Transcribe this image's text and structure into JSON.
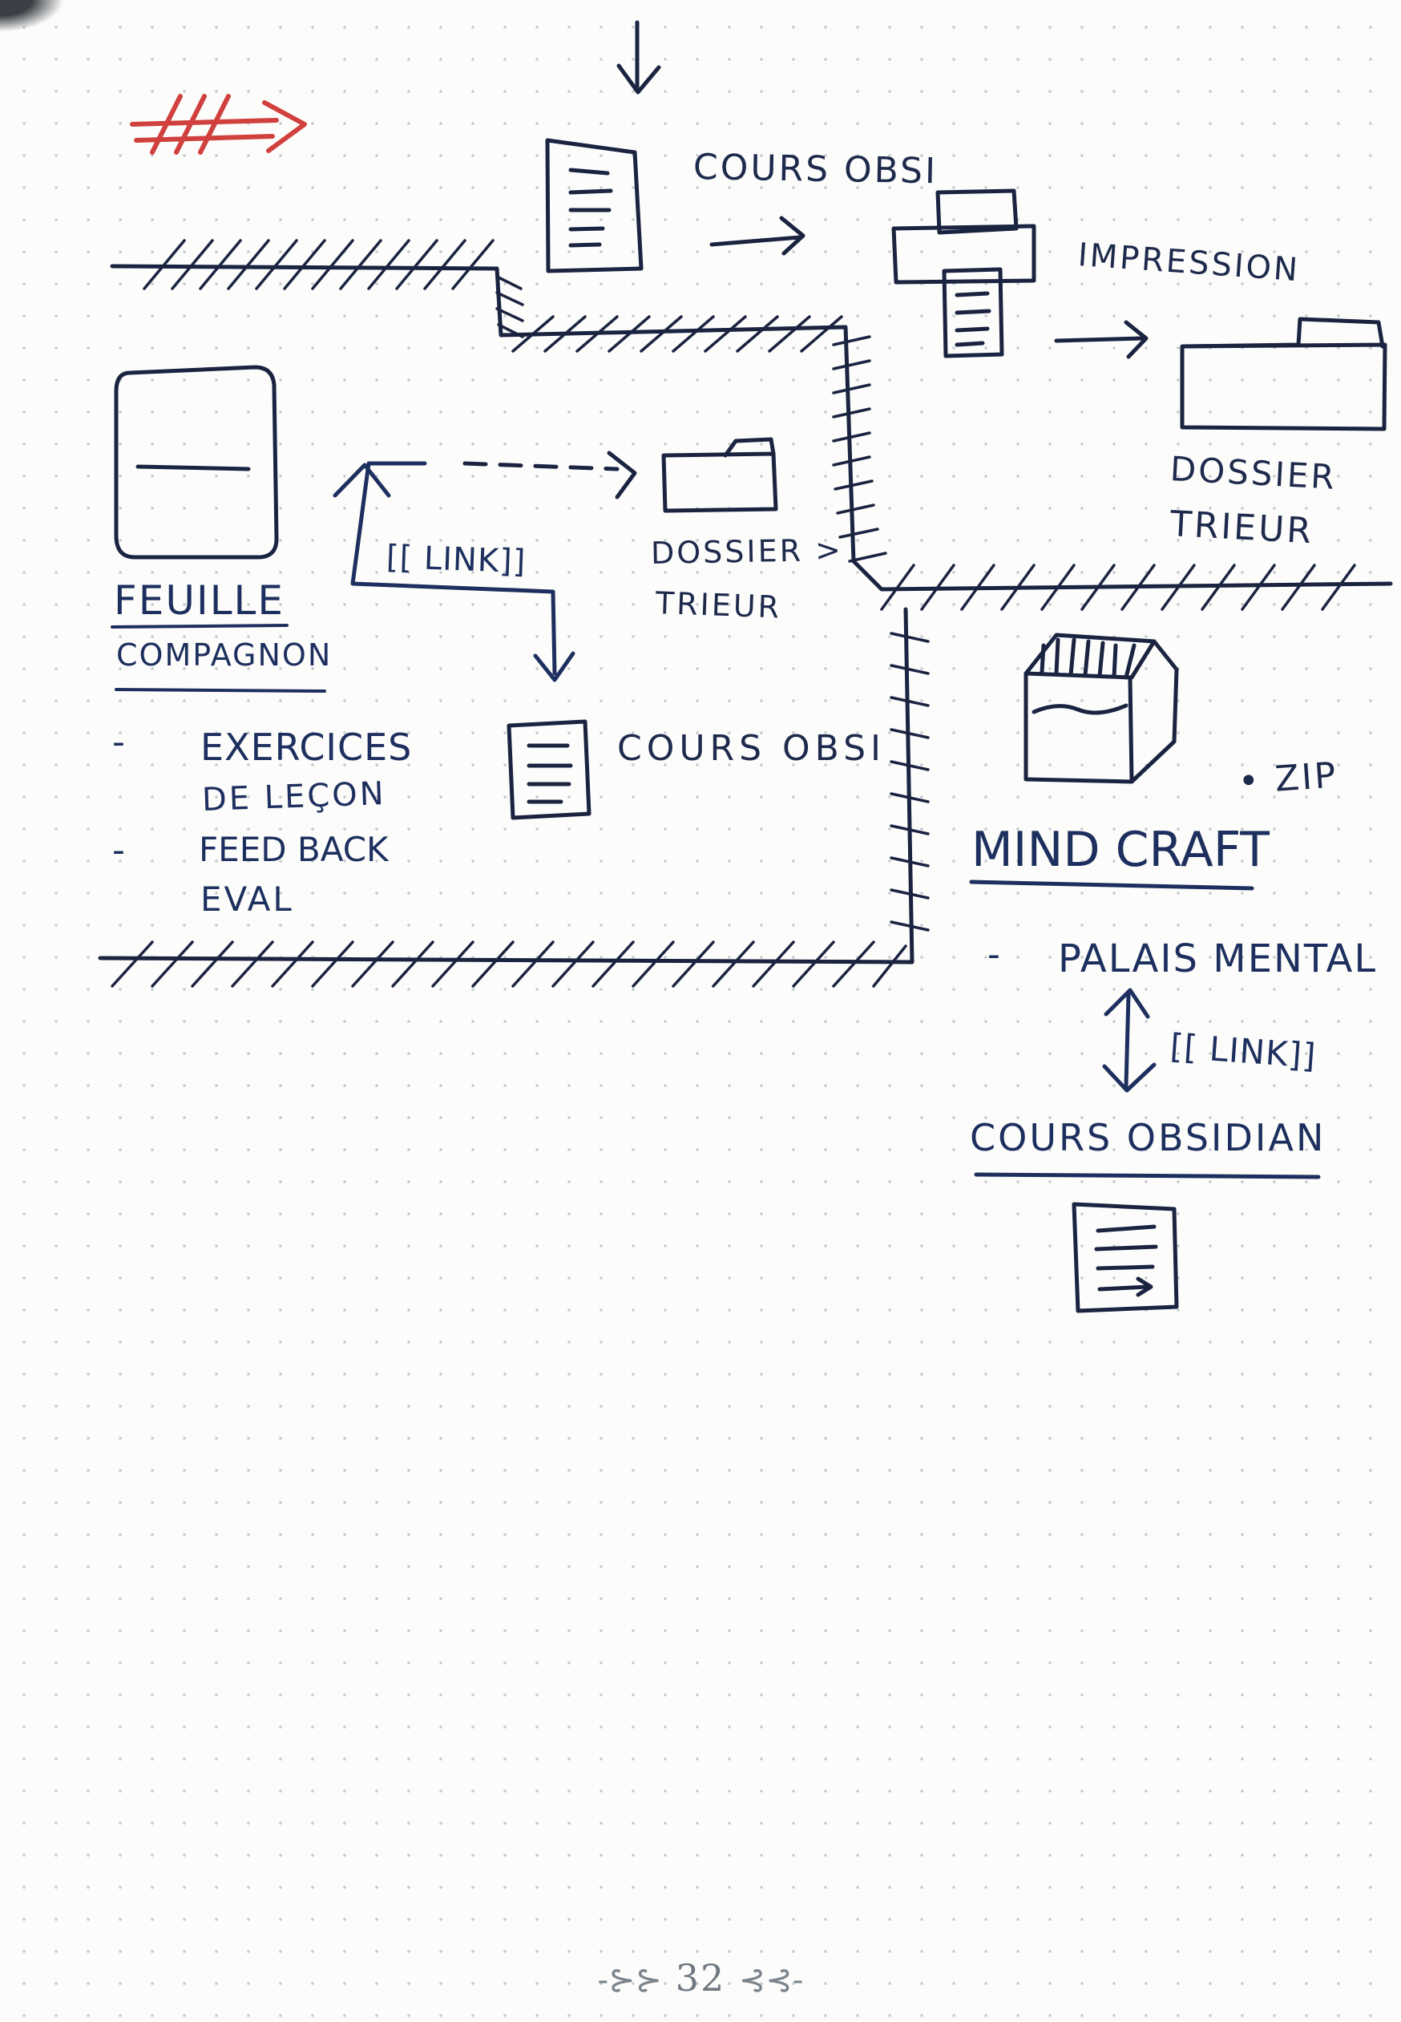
{
  "labels": {
    "cours_obsi_top": "COURS OBSI",
    "impression": "IMPRESSION",
    "dossier_trieur_right_1": "DOSSIER",
    "dossier_trieur_right_2": "TRIEUR",
    "link_left": "[[ LINK]]",
    "dossier_trieur_mid_1": "DOSSIER >",
    "dossier_trieur_mid_2": "TRIEUR",
    "feuille": "FEUILLE",
    "compagnon": "COMPAGNON",
    "list_dash_1": "-",
    "list_item_1a": "EXERCICES",
    "list_item_1b": "DE LEÇON",
    "list_dash_2": "-",
    "list_item_2a": "FEED BACK",
    "list_item_2b": "EVAL",
    "cours_obsi_mid": "COURS OBSI",
    "zip": "• ZIP",
    "mindcraft": "MIND CRAFT",
    "palais_dash": "-",
    "palais_mental": "PALAIS MENTAL",
    "link_right": "[[ LINK]]",
    "cours_obsidian": "COURS OBSIDIAN"
  },
  "footer": {
    "page_number": "32",
    "ornament_left": "-⊱⊱",
    "ornament_right": "⊰⊰-"
  },
  "colors": {
    "ink_blue": "#1d2f5e",
    "ink_dark": "#1a2340",
    "ink_red": "#d0403c",
    "dot_grid": "#c9cccf"
  }
}
